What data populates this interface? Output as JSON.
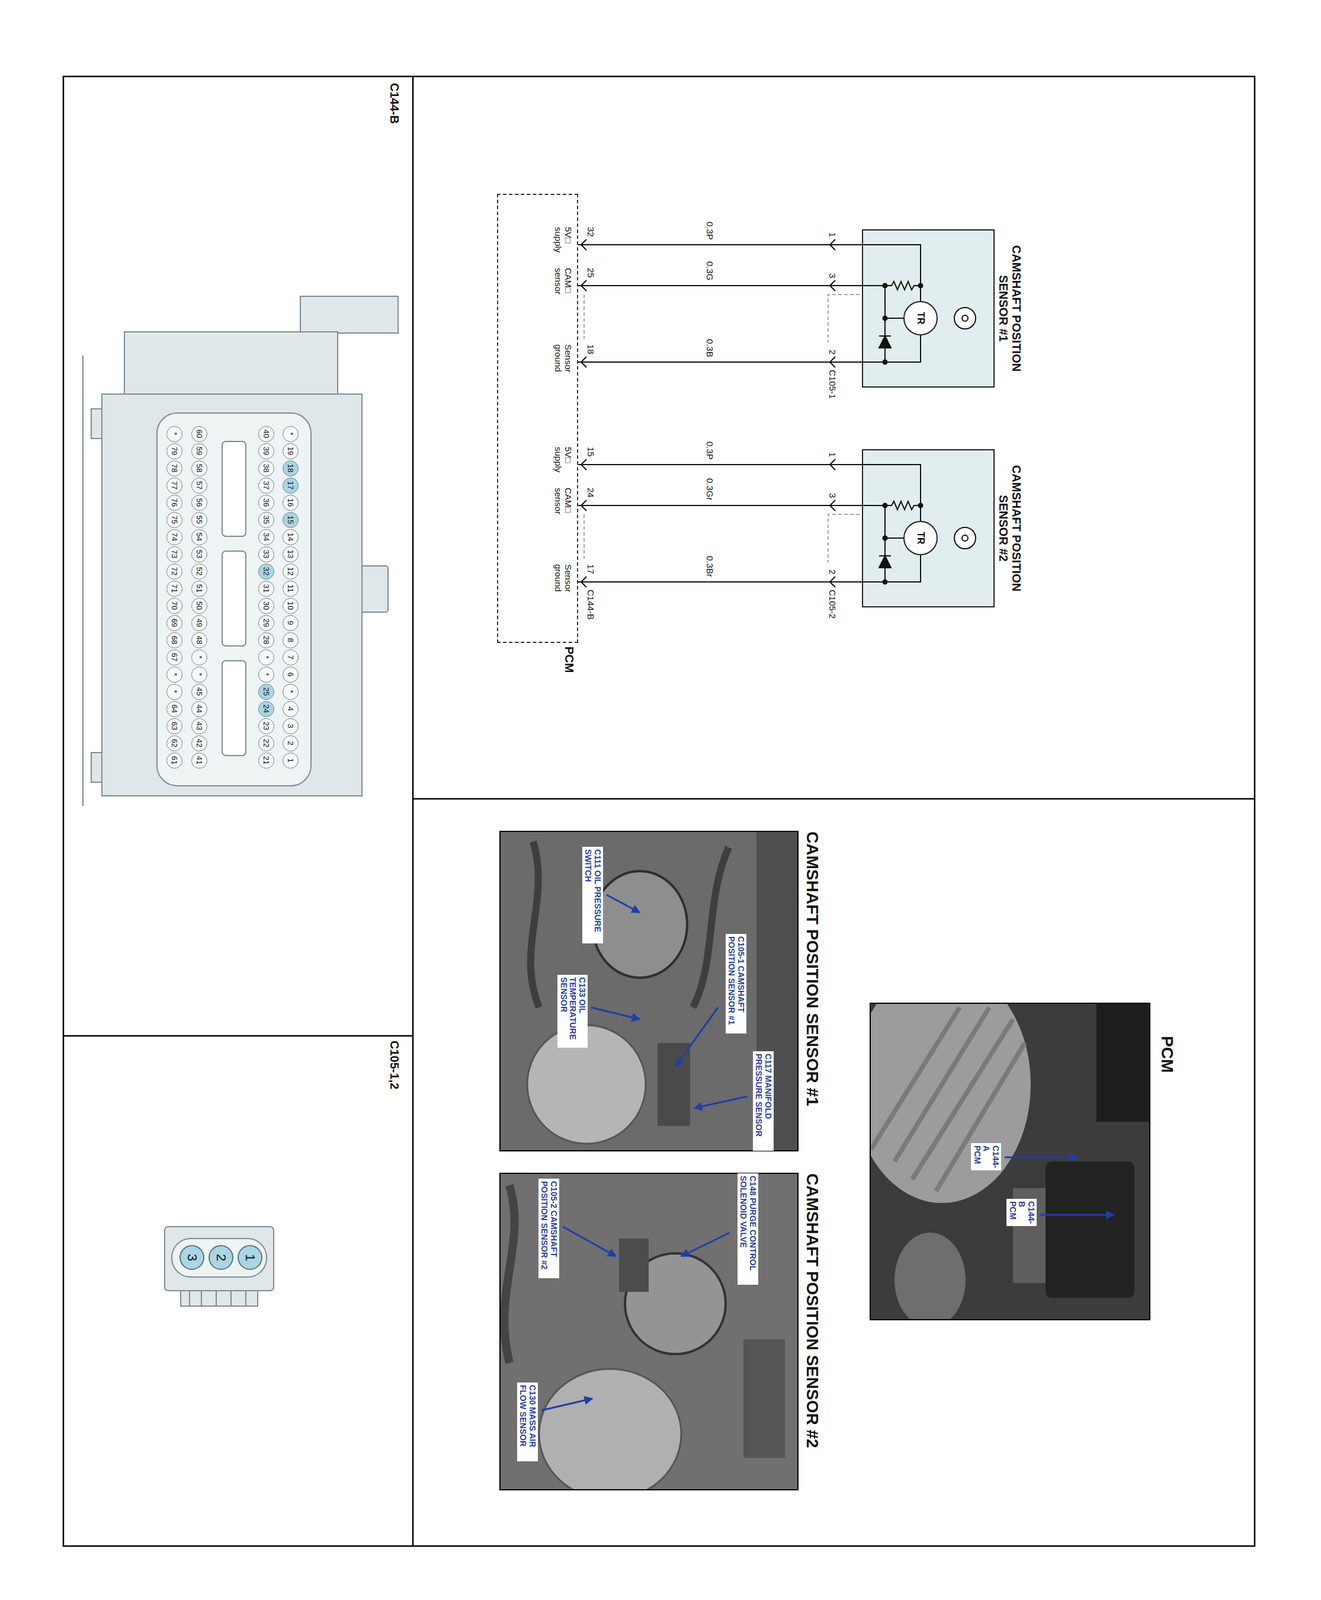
{
  "diagram": {
    "nodes": [
      {
        "text": [
          "CAMSHAFT POSITION SENSOR #1"
        ]
      },
      {
        "text": [
          "TR"
        ],
        "in": 0
      },
      {
        "text": [
          "CAMSHAFT POSITION SENSOR #2"
        ]
      },
      {
        "text": [
          "TR"
        ],
        "in": 2
      },
      {
        "text": [
          "PCM"
        ]
      }
    ],
    "edges": [
      {
        "from": 0,
        "to": 4,
        "arrow": "none",
        "label": "0.3P"
      },
      {
        "from": 0,
        "to": 4,
        "arrow": "none",
        "label": "0.3G"
      },
      {
        "from": 0,
        "to": 4,
        "arrow": "none",
        "label": "0.3B"
      },
      {
        "from": 2,
        "to": 4,
        "arrow": "none",
        "label": "0.3P"
      },
      {
        "from": 2,
        "to": 4,
        "arrow": "none",
        "label": "0.3Gr"
      },
      {
        "from": 2,
        "to": 4,
        "arrow": "none",
        "label": "0.3Br"
      }
    ],
    "labels": [
      "1",
      "3",
      "2",
      "C105-1",
      "1",
      "3",
      "2",
      "C105-2",
      "32",
      "25",
      "18",
      "15",
      "24",
      "17",
      "5V□ supply",
      "CAM□ sensor",
      "Sensor ground",
      "5V□ supply",
      "CAM□ sensor",
      "Sensor ground",
      "C144-B",
      "PCM",
      "C144-B PCM",
      "C144-A PCM",
      "CAMSHAFT POSITION SENSOR #1",
      "C105-1 CAMSHAFT POSITION SENSOR #1",
      "C117 MANIFOLD PRESSURE SENSOR",
      "C111 OIL PRESSURE SWITCH",
      "C133 OIL TEMPERATURE SENSOR",
      "CAMSHAFT POSITION SENSOR #2",
      "C148 PURGE CONTROL SOLENOID VALVE",
      "C105-2 CAMSHAFT POSITION SENSOR #2",
      "C130 MASS AIR FLOW SENSOR",
      "C144-B",
      "*",
      "19",
      "18",
      "17",
      "16",
      "15",
      "14",
      "13",
      "12",
      "11",
      "10",
      "9",
      "8",
      "7",
      "6",
      "*",
      "4",
      "3",
      "2",
      "1",
      "40",
      "39",
      "38",
      "37",
      "36",
      "35",
      "34",
      "33",
      "32",
      "31",
      "30",
      "29",
      "28",
      "*",
      "*",
      "25",
      "24",
      "23",
      "22",
      "21",
      "60",
      "59",
      "58",
      "57",
      "56",
      "55",
      "54",
      "53",
      "52",
      "51",
      "50",
      "49",
      "48",
      "*",
      "*",
      "45",
      "44",
      "43",
      "42",
      "41",
      "*",
      "79",
      "78",
      "77",
      "76",
      "75",
      "74",
      "73",
      "72",
      "71",
      "70",
      "69",
      "68",
      "67",
      "*",
      "*",
      "64",
      "63",
      "62",
      "61",
      "C105-1,2",
      "1",
      "2",
      "3"
    ]
  }
}
